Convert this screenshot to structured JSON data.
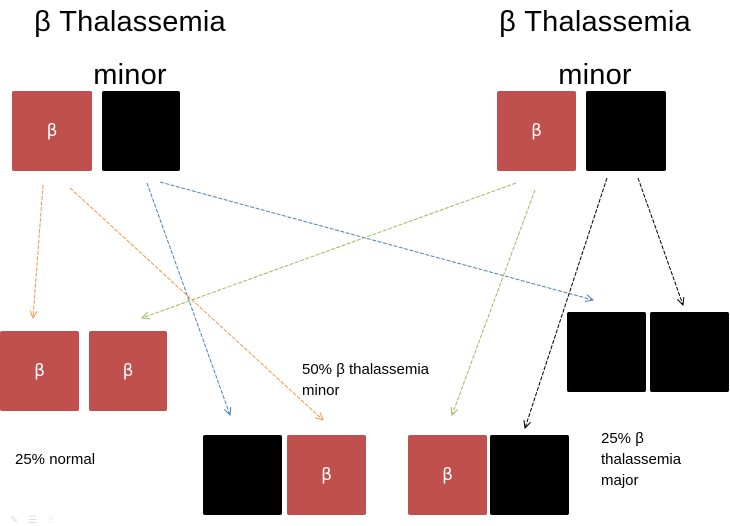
{
  "colors": {
    "affected_allele": "#c0504d",
    "normal_allele": "#000000",
    "arrow_orange": "#f79646",
    "arrow_blue": "#4f81bd",
    "arrow_green": "#9bbb59",
    "arrow_black": "#000000"
  },
  "parents": [
    {
      "title_line1": "β Thalassemia",
      "title_line2": "minor",
      "alleles": [
        {
          "type": "red",
          "symbol": "β"
        },
        {
          "type": "black",
          "symbol": ""
        }
      ]
    },
    {
      "title_line1": "β Thalassemia",
      "title_line2": "minor",
      "alleles": [
        {
          "type": "red",
          "symbol": "β"
        },
        {
          "type": "black",
          "symbol": ""
        }
      ]
    }
  ],
  "offspring": [
    {
      "id": "normal-pair",
      "alleles": [
        {
          "type": "red",
          "symbol": "β"
        },
        {
          "type": "red",
          "symbol": "β"
        }
      ],
      "label": "25% normal"
    },
    {
      "id": "minor-pair-1",
      "alleles": [
        {
          "type": "black",
          "symbol": ""
        },
        {
          "type": "red",
          "symbol": "β"
        }
      ]
    },
    {
      "id": "minor-pair-2",
      "alleles": [
        {
          "type": "red",
          "symbol": "β"
        },
        {
          "type": "black",
          "symbol": ""
        }
      ]
    },
    {
      "id": "major-pair",
      "alleles": [
        {
          "type": "black",
          "symbol": ""
        },
        {
          "type": "black",
          "symbol": ""
        }
      ],
      "label": "25% β thalassemia major"
    }
  ],
  "labels": {
    "normal": "25% normal",
    "minor_line1": "50% β thalassemia",
    "minor_line2": "minor",
    "major_line1": "25% β",
    "major_line2": "thalassemia",
    "major_line3": "major"
  },
  "arrows": [
    {
      "from": "parent1-beta",
      "to": "normal-pair-1",
      "color": "arrow_orange"
    },
    {
      "from": "parent1-beta",
      "to": "minor-pair-1-beta",
      "color": "arrow_orange"
    },
    {
      "from": "parent1-black",
      "to": "minor-pair-1-black",
      "color": "arrow_blue"
    },
    {
      "from": "parent1-black",
      "to": "major-pair-1",
      "color": "arrow_blue"
    },
    {
      "from": "parent2-beta",
      "to": "normal-pair-2",
      "color": "arrow_green"
    },
    {
      "from": "parent2-beta",
      "to": "minor-pair-2-beta",
      "color": "arrow_green"
    },
    {
      "from": "parent2-black",
      "to": "minor-pair-2-black",
      "color": "arrow_black"
    },
    {
      "from": "parent2-black",
      "to": "major-pair-2",
      "color": "arrow_black"
    }
  ]
}
